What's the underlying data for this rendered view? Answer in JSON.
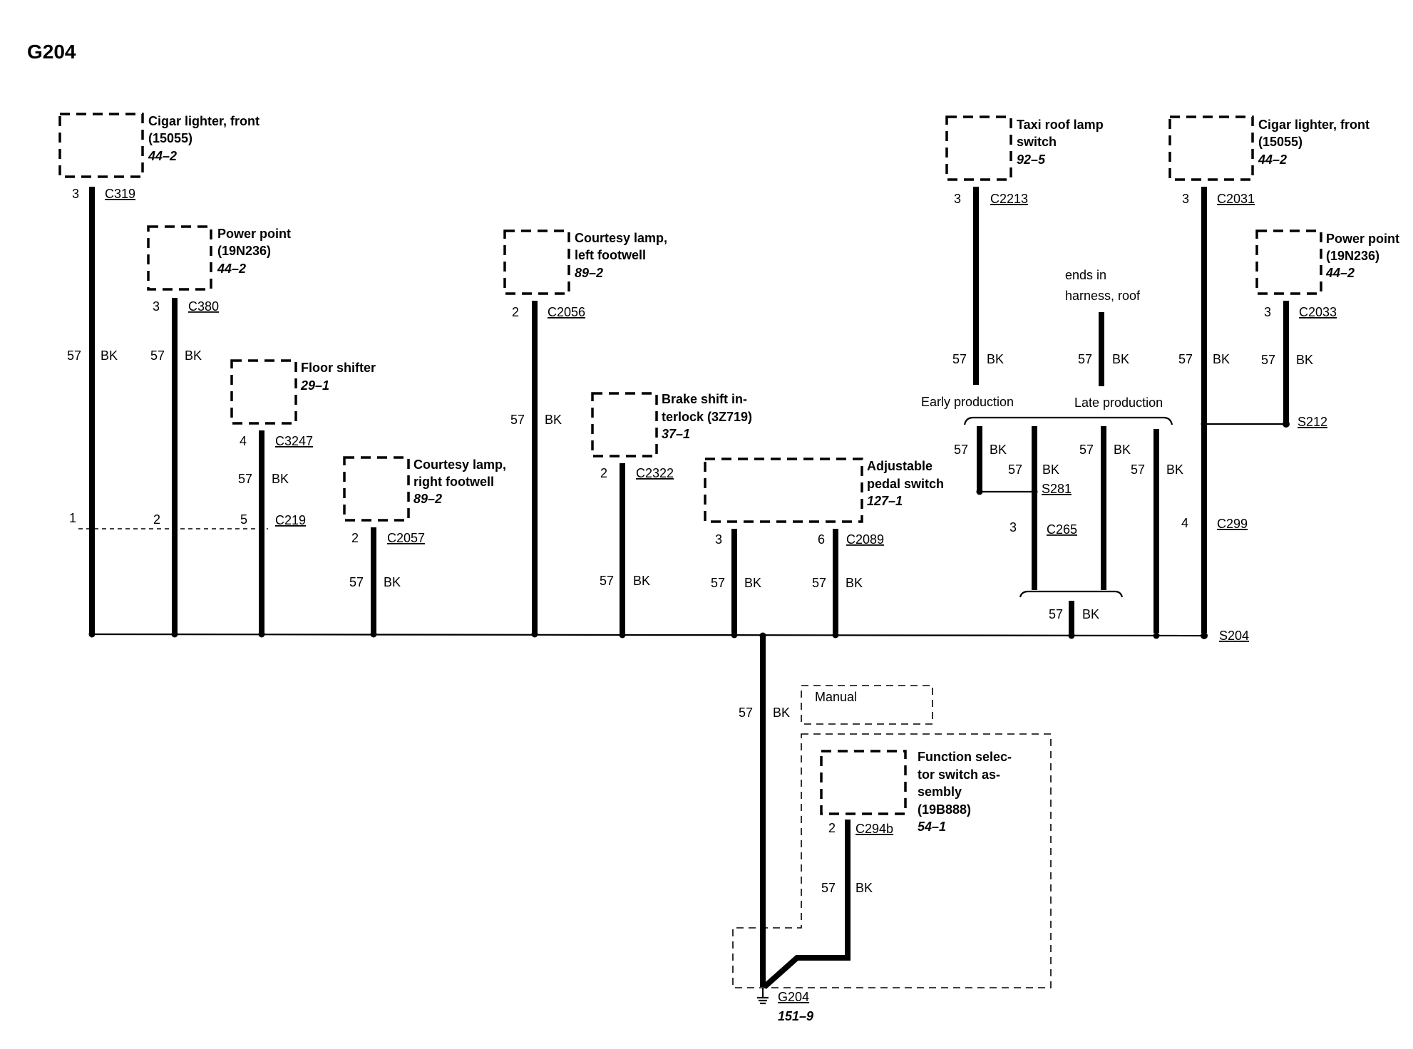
{
  "title": "G204",
  "wire": {
    "num": "57",
    "color": "BK"
  },
  "components": {
    "cig_left": {
      "name1": "Cigar lighter, front",
      "name2": "(15055)",
      "ref": "44–2",
      "pin": "3",
      "conn": "C319"
    },
    "pp_left": {
      "name1": "Power point",
      "name2": "(19N236)",
      "ref": "44–2",
      "pin": "3",
      "conn": "C380"
    },
    "floor": {
      "name1": "Floor shifter",
      "ref": "29–1",
      "pin": "4",
      "conn": "C3247"
    },
    "court_right": {
      "name1": "Courtesy lamp,",
      "name2": "right footwell",
      "ref": "89–2",
      "pin": "2",
      "conn": "C2057"
    },
    "court_left": {
      "name1": "Courtesy lamp,",
      "name2": "left footwell",
      "ref": "89–2",
      "pin": "2",
      "conn": "C2056"
    },
    "brake": {
      "name1": "Brake shift in-",
      "name2": "terlock (3Z719)",
      "ref": "37–1",
      "pin": "2",
      "conn": "C2322"
    },
    "pedal": {
      "name1": "Adjustable",
      "name2": "pedal switch",
      "ref": "127–1",
      "pin_a": "3",
      "pin_b": "6",
      "conn": "C2089"
    },
    "taxi": {
      "name1": "Taxi roof lamp",
      "name2": "switch",
      "ref": "92–5",
      "pin": "3",
      "conn": "C2213"
    },
    "cig_right": {
      "name1": "Cigar lighter, front",
      "name2": "(15055)",
      "ref": "44–2",
      "pin": "3",
      "conn": "C2031"
    },
    "pp_right": {
      "name1": "Power point",
      "name2": "(19N236)",
      "ref": "44–2",
      "pin": "3",
      "conn": "C2033"
    },
    "func": {
      "name1": "Function selec-",
      "name2": "tor switch as-",
      "name3": "sembly",
      "name4": "(19B888)",
      "ref": "54–1",
      "pin": "2",
      "conn": "C294b"
    }
  },
  "c219": {
    "conn": "C219",
    "pin1": "1",
    "pin2": "2",
    "pin5": "5"
  },
  "roof": {
    "line1": "ends in",
    "line2": "harness, roof"
  },
  "production": {
    "early": "Early production",
    "late": "Late production"
  },
  "splices": {
    "s281": "S281",
    "s212": "S212",
    "s204": "S204"
  },
  "c265": {
    "pin": "3",
    "conn": "C265"
  },
  "c299": {
    "pin": "4",
    "conn": "C299"
  },
  "manual": "Manual",
  "ground": {
    "name": "G204",
    "ref": "151–9"
  }
}
